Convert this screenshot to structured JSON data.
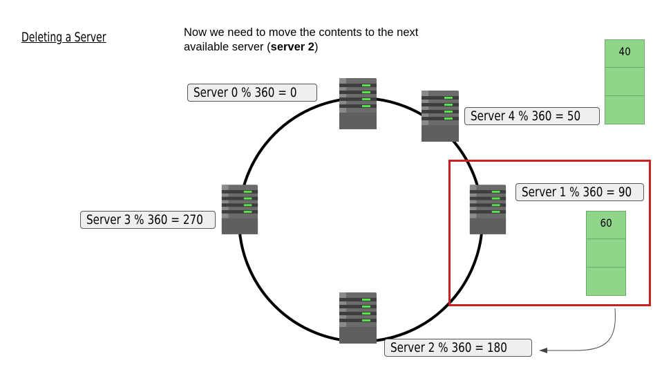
{
  "title": "Deleting a Server",
  "note": {
    "line1": "Now we need to move the contents to the next",
    "line2_prefix": "available server (",
    "line2_bold": "server 2",
    "line2_suffix": ")"
  },
  "labels": {
    "server0": "Server 0 % 360 = 0",
    "server4": "Server 4 % 360 = 50",
    "server1": "Server 1 % 360 = 90",
    "server3": "Server 3 % 360 = 270",
    "server2": "Server 2 % 360 = 180"
  },
  "stacks": {
    "server4_top": "40",
    "server1_top": "60"
  },
  "colors": {
    "ring": "#000000",
    "highlight": "#cc1f1f",
    "bucket": "#8fd68a",
    "server_led": "#57e34b"
  }
}
